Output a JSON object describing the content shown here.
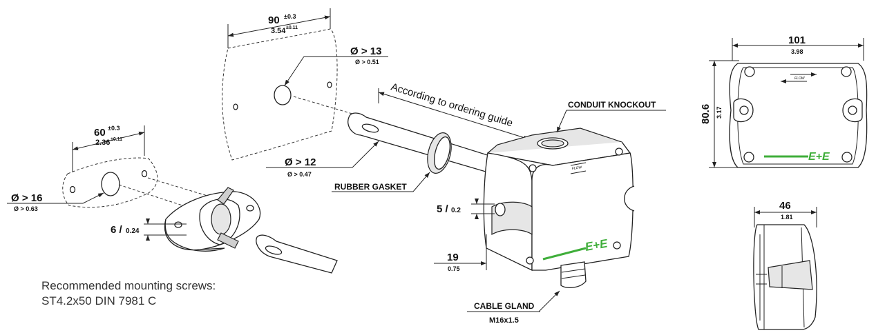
{
  "dimensions": {
    "duct_hole_spacing": {
      "mm": "90",
      "mm_tol": "±0.3",
      "in": "3.54",
      "in_tol": "±0.11"
    },
    "duct_hole_dia": {
      "mm": "Ø > 13",
      "in": "Ø > 0.51"
    },
    "flange_hole_spacing": {
      "mm": "60",
      "mm_tol": "±0.3",
      "in": "2.36",
      "in_tol": "±0.11"
    },
    "flange_hole_dia": {
      "mm": "Ø > 16",
      "in": "Ø > 0.63"
    },
    "flange_thickness": {
      "mm": "6 /",
      "in": "0.24"
    },
    "probe_dia": {
      "mm": "Ø > 12",
      "in": "Ø > 0.47"
    },
    "gasket_offset": {
      "mm": "5 /",
      "in": "0.2"
    },
    "lug_depth": {
      "mm": "19",
      "in": "0.75"
    },
    "housing_width": {
      "mm": "101",
      "in": "3.98"
    },
    "housing_height": {
      "mm": "80.6",
      "in": "3.17"
    },
    "housing_depth": {
      "mm": "46",
      "in": "1.81"
    }
  },
  "labels": {
    "ordering_guide": "According to ordering guide",
    "conduit_knockout": "CONDUIT KNOCKOUT",
    "rubber_gasket": "RUBBER GASKET",
    "cable_gland": "CABLE GLAND",
    "cable_gland_thread": "M16x1.5",
    "flow": "FLOW",
    "logo": "E+E"
  },
  "note": {
    "line1": "Recommended mounting screws:",
    "line2": "ST4.2x50 DIN 7981 C"
  },
  "colors": {
    "logo_green": "#3fae3a",
    "line": "#222222"
  }
}
